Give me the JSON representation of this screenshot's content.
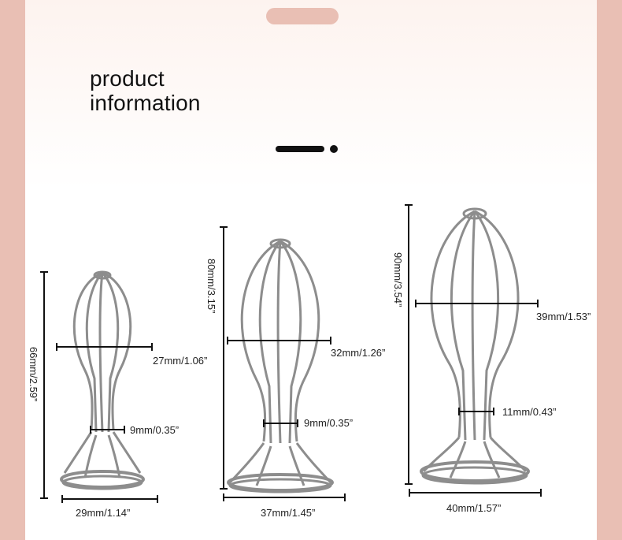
{
  "header": {
    "title_line1": "product",
    "title_line2": "information"
  },
  "products": [
    {
      "height": "66mm/2.59”",
      "width": "27mm/1.06”",
      "neck": "9mm/0.35”",
      "base": "29mm/1.14”"
    },
    {
      "height": "80mm/3.15”",
      "width": "32mm/1.26”",
      "neck": "9mm/0.35”",
      "base": "37mm/1.45”"
    },
    {
      "height": "90mm/3.54”",
      "width": "39mm/1.53”",
      "neck": "11mm/0.43”",
      "base": "40mm/1.57”"
    }
  ],
  "colors": {
    "frame": "#e9bfb4",
    "steel": "#9a9a9a",
    "text": "#111111"
  }
}
